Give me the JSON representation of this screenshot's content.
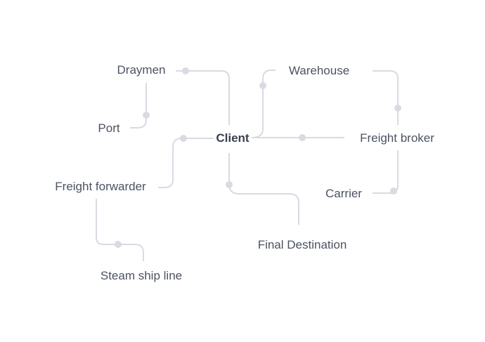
{
  "diagram": {
    "center": "Client",
    "nodes": {
      "draymen": "Draymen",
      "port": "Port",
      "warehouse": "Warehouse",
      "freight_broker": "Freight broker",
      "carrier": "Carrier",
      "freight_forwarder": "Freight forwarder",
      "steam_ship_line": "Steam ship line",
      "final_destination": "Final Destination"
    },
    "edges": [
      [
        "Client",
        "Draymen"
      ],
      [
        "Draymen",
        "Port"
      ],
      [
        "Client",
        "Warehouse"
      ],
      [
        "Client",
        "Freight broker"
      ],
      [
        "Freight broker",
        "Warehouse"
      ],
      [
        "Freight broker",
        "Carrier"
      ],
      [
        "Client",
        "Freight forwarder"
      ],
      [
        "Freight forwarder",
        "Steam ship line"
      ],
      [
        "Client",
        "Final Destination"
      ]
    ],
    "colors": {
      "connector": "#d8dbe2",
      "text": "#4b5261",
      "center_text": "#3a4150"
    }
  }
}
